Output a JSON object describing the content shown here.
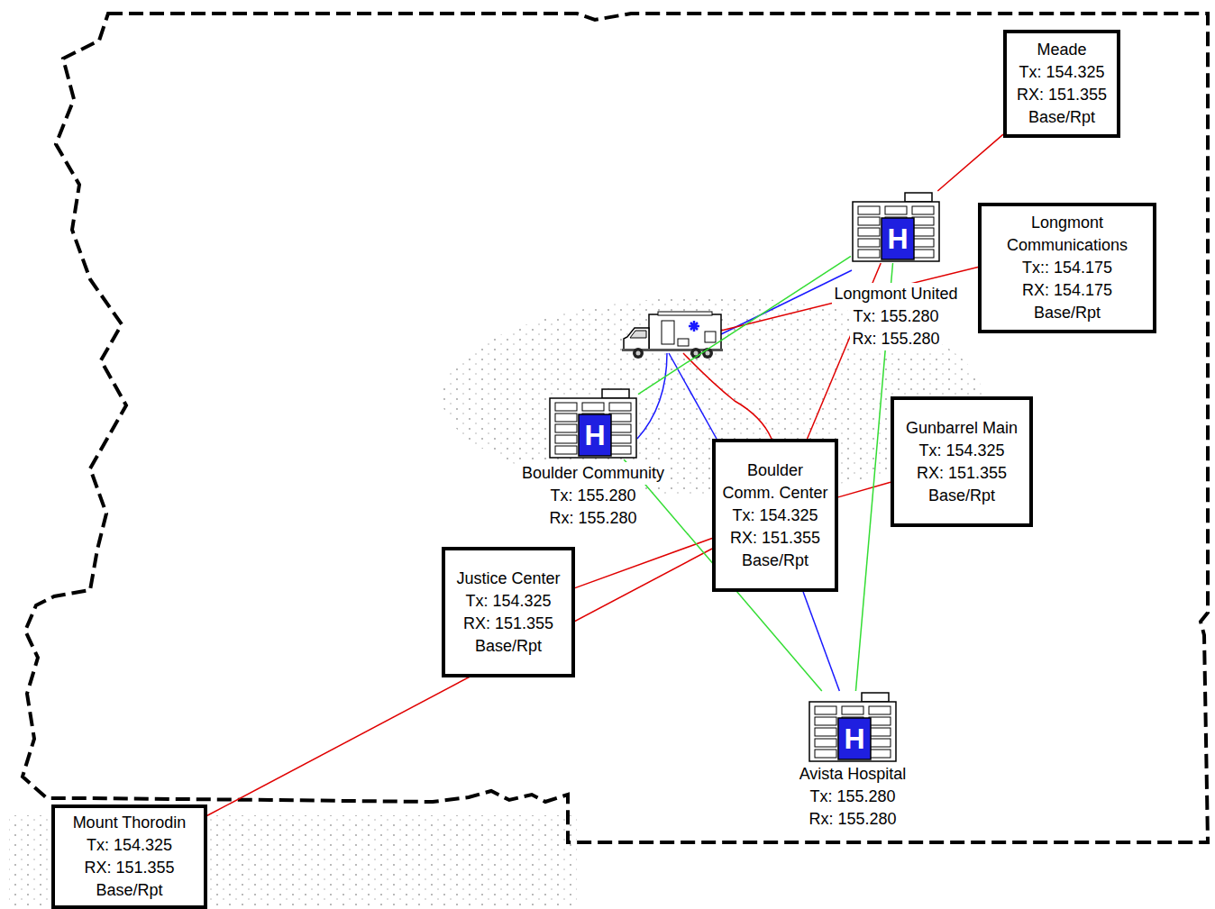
{
  "diagram": {
    "nodes": [
      {
        "text": [
          "Meade",
          "Tx: 154.325",
          "RX: 151.355",
          "Base/Rpt"
        ]
      },
      {
        "text": [
          "H",
          "Longmont United",
          "Tx: 155.280",
          "Rx: 155.280"
        ]
      },
      {
        "text": [
          "Longmont Communications",
          "Tx:: 154.175",
          "RX: 154.175",
          "Base/Rpt"
        ]
      },
      {
        "text": [
          "H",
          "Boulder Community",
          "Tx: 155.280",
          "Rx: 155.280"
        ]
      },
      {
        "text": [
          "Gunbarrel Main",
          "Tx: 154.325",
          "RX: 151.355",
          "Base/Rpt"
        ]
      },
      {
        "text": [
          "Boulder Comm. Center",
          "Tx: 154.325",
          "RX: 151.355",
          "Base/Rpt"
        ]
      },
      {
        "text": [
          "Justice Center",
          "Tx: 154.325",
          "RX: 151.355",
          "Base/Rpt"
        ]
      },
      {
        "text": [
          "H",
          "Avista Hospital",
          "Tx: 155.280",
          "Rx: 155.280"
        ]
      },
      {
        "text": [
          "Mount Thorodin",
          "Tx: 154.325",
          "RX: 151.355",
          "Base/Rpt"
        ]
      }
    ],
    "edges": [
      {
        "from": 0,
        "to": 1,
        "arrow": "none"
      },
      {
        "from": 1,
        "to": 5,
        "arrow": "none"
      },
      {
        "from": 4,
        "to": 5,
        "arrow": "none"
      },
      {
        "from": 5,
        "to": 6,
        "arrow": "none"
      },
      {
        "from": 8,
        "to": 5,
        "arrow": "none"
      },
      {
        "from": 1,
        "to": 3,
        "arrow": "none"
      },
      {
        "from": 1,
        "to": 7,
        "arrow": "none"
      },
      {
        "from": 3,
        "to": 7,
        "arrow": "none"
      },
      {
        "from": 5,
        "to": 7,
        "arrow": "none"
      }
    ]
  }
}
